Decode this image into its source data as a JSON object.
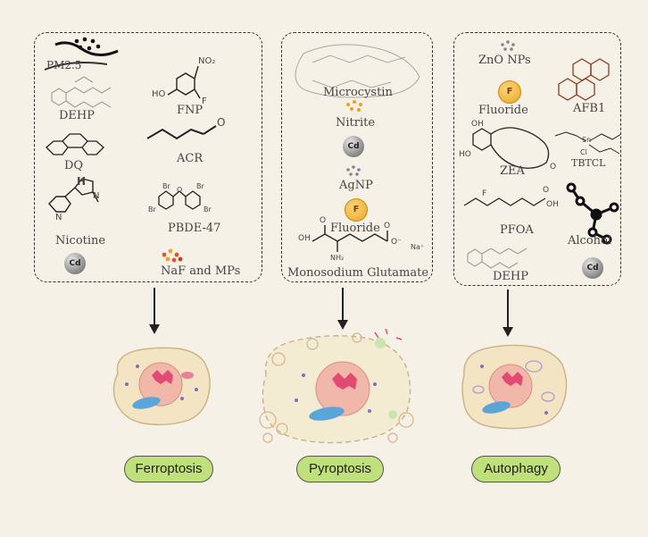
{
  "groups": [
    {
      "labels": [
        "PM2.5",
        "DEHP",
        "DQ",
        "Nicotine",
        "FNP",
        "ACR",
        "PBDE-47",
        "NaF and MPs"
      ],
      "badges": [
        "Cd"
      ],
      "result": "Ferroptosis"
    },
    {
      "labels": [
        "Microcystin",
        "Nitrite",
        "AgNP",
        "Fluoride",
        "Monosodium Glutamate"
      ],
      "badges": [
        "Cd",
        "F"
      ],
      "result": "Pyroptosis"
    },
    {
      "labels": [
        "ZnO NPs",
        "Fluoride",
        "AFB1",
        "ZEA",
        "TBTCL",
        "PFOA",
        "Alcohol",
        "DEHP"
      ],
      "badges": [
        "F",
        "Cd"
      ],
      "result": "Autophagy"
    }
  ],
  "structure_text": {
    "no2": "NO₂",
    "ho": "HO",
    "f": "F",
    "o": "O",
    "br": "Br",
    "oh": "OH",
    "nh2": "NH₂",
    "ominus": "O⁻",
    "na": "Na⁺",
    "n": "N",
    "h": "H",
    "sn": "Sn",
    "cl": "Cl"
  },
  "colors": {
    "background": "#f6f1e6",
    "pill": "#bfe07a",
    "cell": "#f3e4c4",
    "nucleus": "#f1b7a8",
    "mito": "#e24a74",
    "er": "#5aa6d8"
  }
}
